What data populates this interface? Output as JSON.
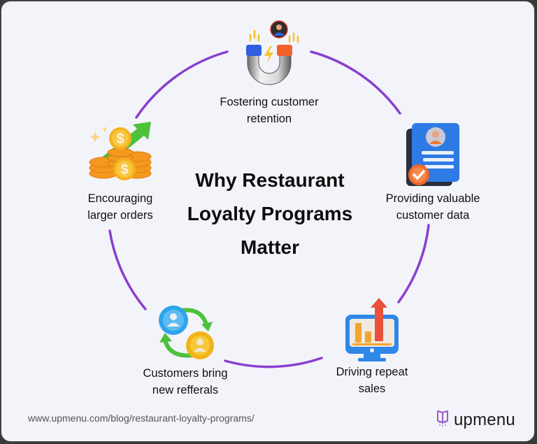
{
  "title": {
    "line1": "Why Restaurant",
    "line2": "Loyalty Programs",
    "line3": "Matter"
  },
  "items": [
    {
      "id": "retention",
      "line1": "Fostering customer",
      "line2": "retention",
      "icon": "magnet-icon"
    },
    {
      "id": "data",
      "line1": "Providing valuable",
      "line2": "customer data",
      "icon": "profile-document-icon"
    },
    {
      "id": "repeat",
      "line1": "Driving repeat",
      "line2": "sales",
      "icon": "monitor-chart-icon"
    },
    {
      "id": "referrals",
      "line1": "Customers bring",
      "line2": "new refferals",
      "icon": "referral-swap-icon"
    },
    {
      "id": "orders",
      "line1": "Encouraging",
      "line2": "larger orders",
      "icon": "coins-growth-icon"
    }
  ],
  "footer": {
    "url": "www.upmenu.com/blog/restaurant-loyalty-programs/",
    "brand": "upmenu"
  },
  "colors": {
    "background": "#f3f4fa",
    "ring": "#8a3fcf",
    "text": "#111111",
    "brand_purple": "#9b59c9"
  }
}
